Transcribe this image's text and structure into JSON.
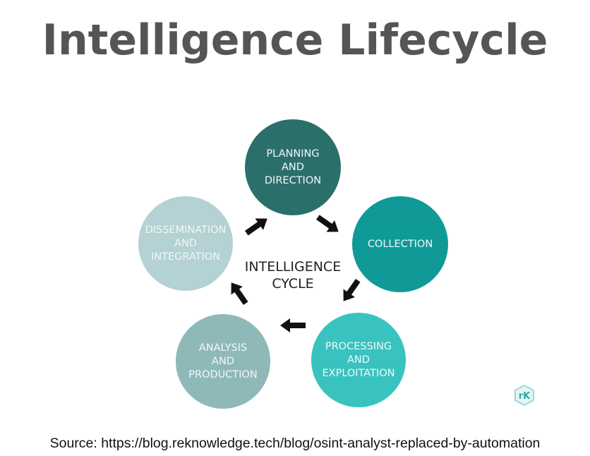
{
  "title": "Intelligence Lifecycle",
  "diagram": {
    "center_label": "INTELLIGENCE\nCYCLE",
    "stages": [
      {
        "label": "PLANNING\nAND\nDIRECTION",
        "color": "#2b6f6b"
      },
      {
        "label": "COLLECTION",
        "color": "#0f9a98"
      },
      {
        "label": "PROCESSING\nAND\nEXPLOITATION",
        "color": "#39c3c0"
      },
      {
        "label": "ANALYSIS\nAND\nPRODUCTION",
        "color": "#8fb9b9"
      },
      {
        "label": "DISSEMINATION\nAND\nINTEGRATION",
        "color": "#b4d1d3"
      }
    ]
  },
  "logo": "rK",
  "source": "Source: https://blog.reknowledge.tech/blog/osint-analyst-replaced-by-automation"
}
